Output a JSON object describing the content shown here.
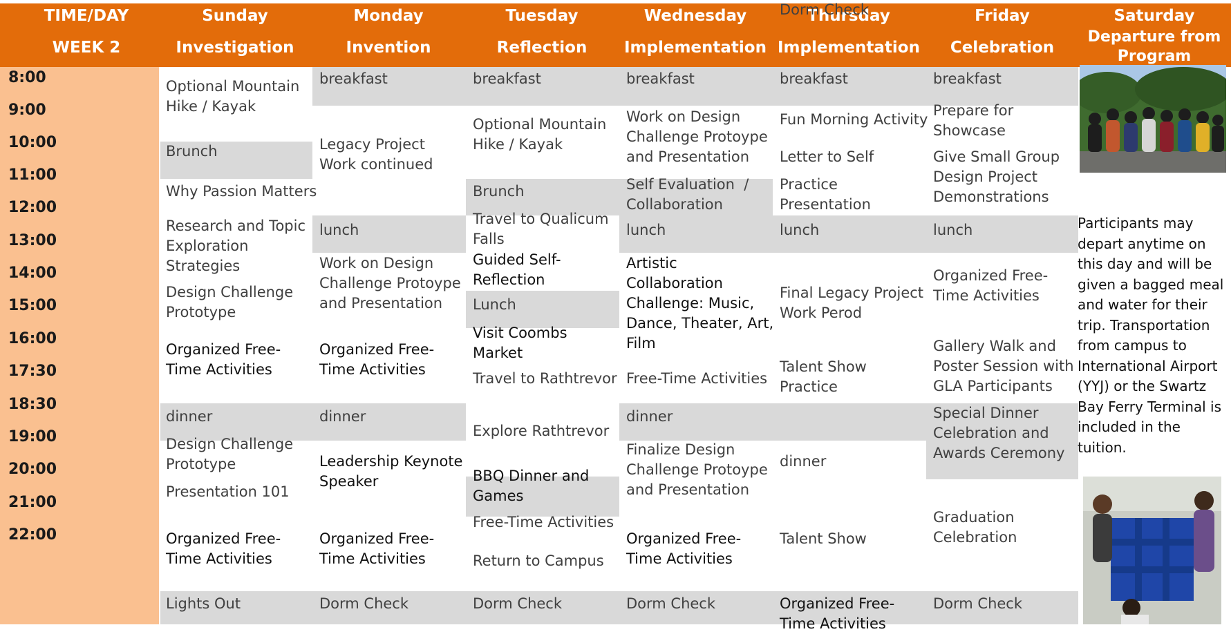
{
  "colors": {
    "header": "#e36c0a",
    "time_column": "#fac090",
    "shaded_row": "#d9d9d9"
  },
  "header": {
    "time_day": "TIME/DAY",
    "week": "WEEK 2",
    "days": [
      {
        "day": "Sunday",
        "theme": "Investigation"
      },
      {
        "day": "Monday",
        "theme": "Invention"
      },
      {
        "day": "Tuesday",
        "theme": "Reflection"
      },
      {
        "day": "Wednesday",
        "theme": "Implementation"
      },
      {
        "day": "Thursday",
        "theme": "Implementation"
      },
      {
        "day": "Friday",
        "theme": "Celebration"
      },
      {
        "day": "Saturday",
        "theme": "Departure from Program"
      }
    ]
  },
  "times": [
    "8:00",
    "9:00",
    "10:00",
    "11:00",
    "12:00",
    "13:00",
    "14:00",
    "15:00",
    "16:00",
    "17:30",
    "18:30",
    "19:00",
    "20:00",
    "21:00",
    "22:00"
  ],
  "sunday": [
    "Optional Mountain\nHike / Kayak",
    "Brunch",
    "Why Passion Matters",
    "Research and Topic\nExploration\nStrategies",
    "Design Challenge\nPrototype",
    "Organized Free-\nTime Activities",
    "dinner",
    "Design Challenge\nPrototype",
    "Presentation 101",
    "Organized Free-\nTime Activities",
    "Lights Out"
  ],
  "monday": [
    "breakfast",
    "Legacy Project\nWork continued",
    "lunch",
    "Work on Design\nChallenge Protoype\nand Presentation",
    "Organized Free-\nTime Activities",
    "dinner",
    "Leadership Keynote\nSpeaker",
    "Organized Free-\nTime Activities",
    "Dorm Check"
  ],
  "tuesday": [
    "breakfast",
    "Optional Mountain\nHike / Kayak",
    "Brunch",
    "Travel to Qualicum\nFalls",
    "Guided Self-\nReflection",
    "Lunch",
    "Visit Coombs\nMarket",
    "Travel to Rathtrevor",
    "Explore Rathtrevor",
    "BBQ Dinner and\nGames",
    "Free-Time Activities",
    "Return to Campus",
    "Dorm Check"
  ],
  "wednesday": [
    "breakfast",
    "Work on Design\nChallenge Protoype\nand Presentation",
    "Self Evaluation  /\nCollaboration",
    "lunch",
    "Artistic\nCollaboration\nChallenge: Music,\nDance, Theater, Art,\nFilm",
    "Free-Time Activities",
    "dinner",
    "Finalize Design\nChallenge Protoype\nand Presentation",
    "Organized Free-\nTime Activities",
    "Dorm Check"
  ],
  "thursday": [
    "breakfast",
    "Fun Morning Activity",
    "Letter to Self",
    "Practice\nPresentation",
    "lunch",
    "Final Legacy Project\nWork Perod",
    "Talent Show\nPractice",
    "dinner",
    "Talent Show",
    "Organized Free-\nTime Activities",
    "Dorm Check"
  ],
  "friday": [
    "breakfast",
    "Prepare for\nShowcase",
    "Give Small Group\nDesign Project\nDemonstrations",
    "lunch",
    "Organized Free-\nTime Activities",
    "Gallery Walk and\nPoster Session with\nGLA Participants",
    "Special Dinner\nCelebration and\nAwards Ceremony",
    "Graduation\nCelebration",
    "Dorm Check"
  ],
  "saturday": {
    "note": "Participants may depart anytime on this day and will be given a bagged meal and water for their trip. Transportation from campus to International Airport (YYJ) or the Swartz Bay Ferry Terminal is included in the tuition."
  }
}
